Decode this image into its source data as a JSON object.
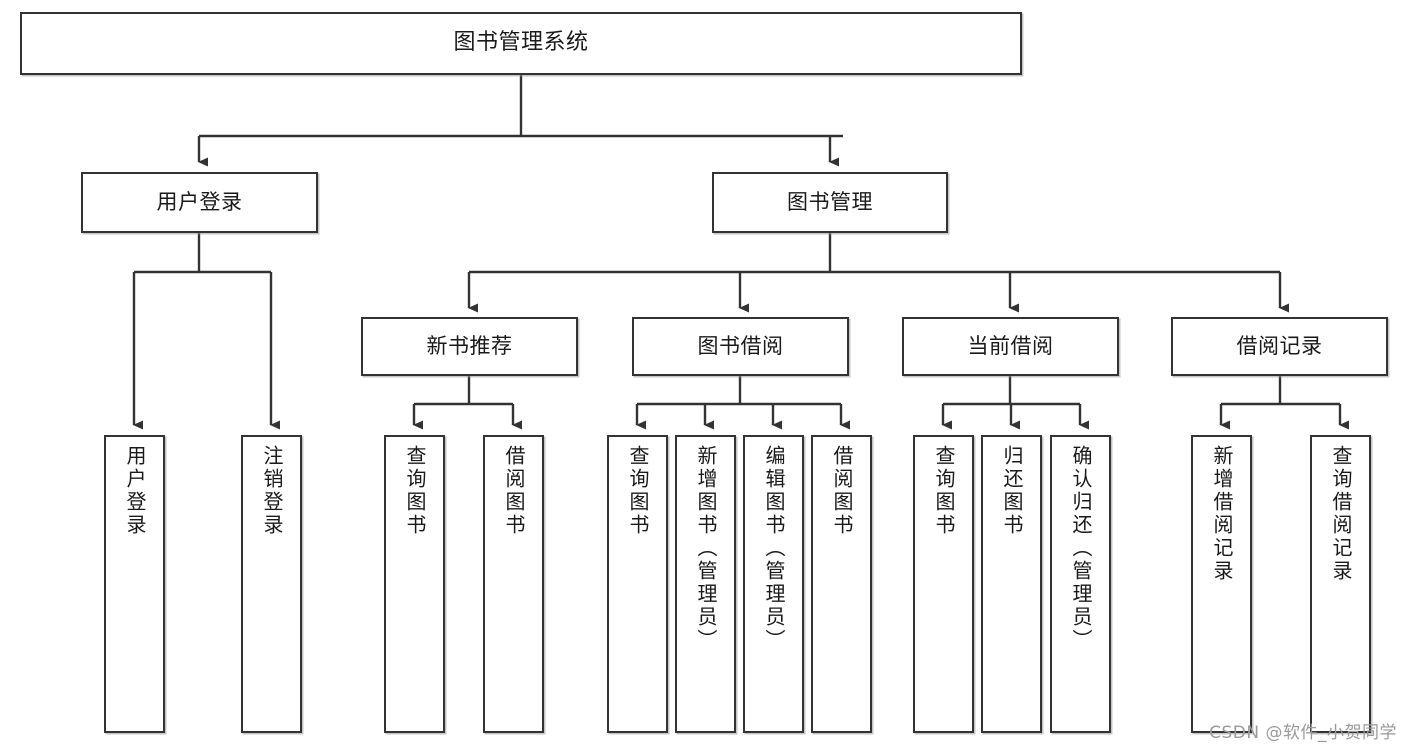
{
  "diagram": {
    "title": "图书管理系统",
    "type": "function-structure-tree",
    "watermark": "CSDN @软件_小贺同学",
    "colors": {
      "box_border": "#333333",
      "box_fill": "#ffffff",
      "connector": "#333333",
      "text": "#1a1a1a",
      "watermark": "#9a9a9a",
      "background": "#ffffff"
    },
    "root": {
      "label": "图书管理系统",
      "orientation": "horizontal"
    },
    "level2": [
      {
        "label": "用户登录",
        "orientation": "horizontal"
      },
      {
        "label": "图书管理",
        "orientation": "horizontal"
      }
    ],
    "level3": [
      {
        "label": "新书推荐",
        "orientation": "horizontal",
        "parent": "图书管理"
      },
      {
        "label": "图书借阅",
        "orientation": "horizontal",
        "parent": "图书管理"
      },
      {
        "label": "当前借阅",
        "orientation": "horizontal",
        "parent": "图书管理"
      },
      {
        "label": "借阅记录",
        "orientation": "horizontal",
        "parent": "图书管理"
      }
    ],
    "leaves": {
      "user_login": [
        {
          "label": "用户登录",
          "orientation": "vertical"
        },
        {
          "label": "注销登录",
          "orientation": "vertical"
        }
      ],
      "new_book_recommend": [
        {
          "label": "查询图书",
          "orientation": "vertical"
        },
        {
          "label": "借阅图书",
          "orientation": "vertical"
        }
      ],
      "book_borrow": [
        {
          "label": "查询图书",
          "orientation": "vertical"
        },
        {
          "label": "新增图书（管理员）",
          "orientation": "vertical"
        },
        {
          "label": "编辑图书（管理员）",
          "orientation": "vertical"
        },
        {
          "label": "借阅图书",
          "orientation": "vertical"
        }
      ],
      "current_borrow": [
        {
          "label": "查询图书",
          "orientation": "vertical"
        },
        {
          "label": "归还图书",
          "orientation": "vertical"
        },
        {
          "label": "确认归还（管理员）",
          "orientation": "vertical"
        }
      ],
      "borrow_record": [
        {
          "label": "新增借阅记录",
          "orientation": "vertical"
        },
        {
          "label": "查询借阅记录",
          "orientation": "vertical"
        }
      ]
    }
  }
}
